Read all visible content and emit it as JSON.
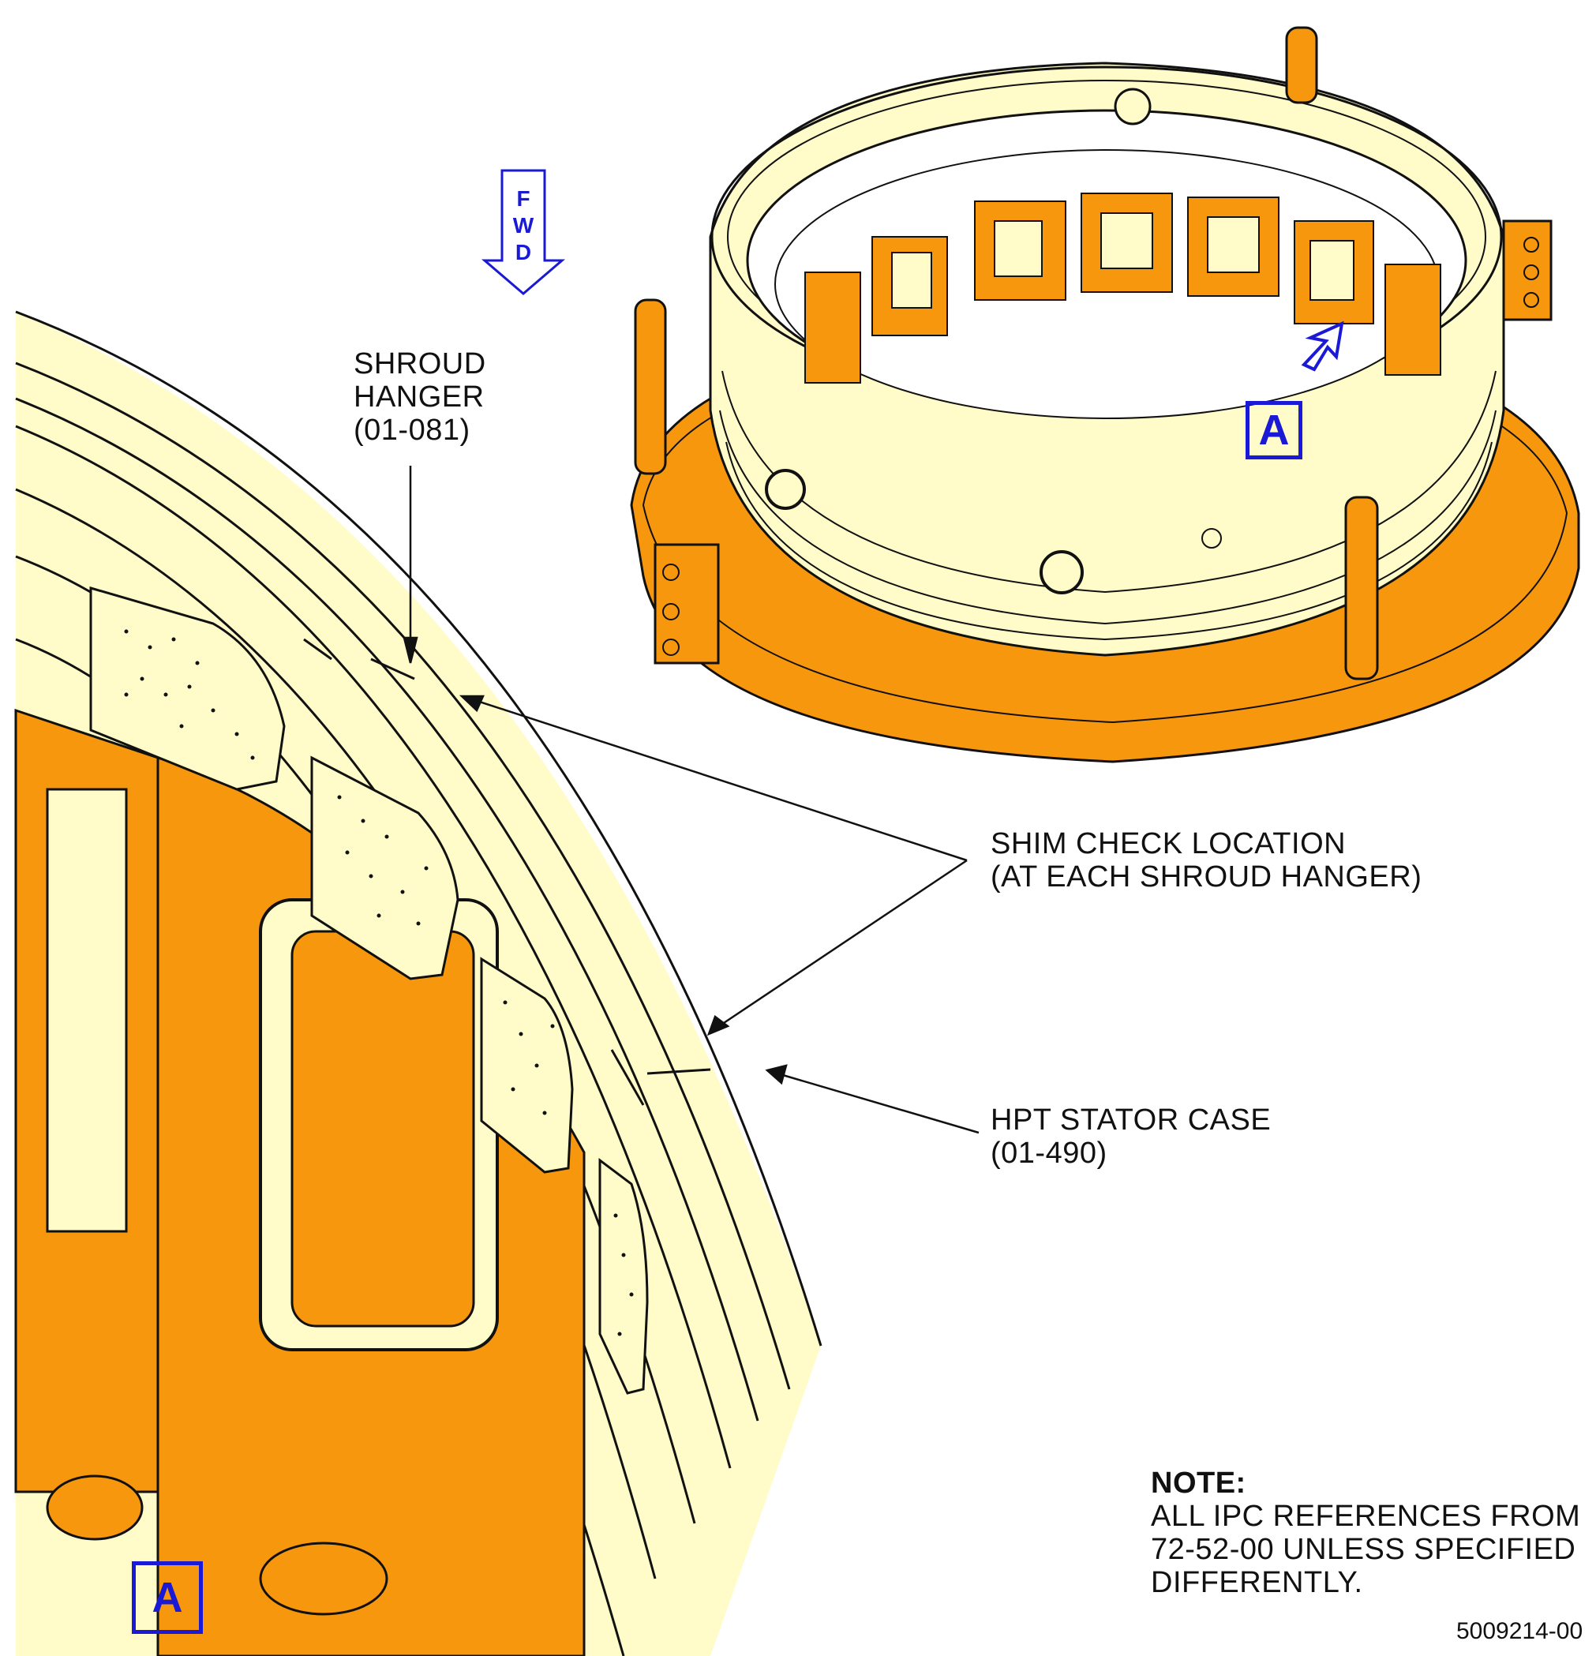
{
  "fwd_indicator": {
    "letters": [
      "F",
      "W",
      "D"
    ]
  },
  "callouts": {
    "shroud_hanger": {
      "lines": [
        "SHROUD",
        "HANGER",
        "(01-081)"
      ]
    },
    "shim_check": {
      "lines": [
        "SHIM CHECK LOCATION",
        "(AT EACH SHROUD HANGER)"
      ]
    },
    "hpt_stator_case": {
      "lines": [
        "HPT STATOR CASE",
        "(01-490)"
      ]
    }
  },
  "view_labels": {
    "overview": "A",
    "detail": "A"
  },
  "note": {
    "title": "NOTE:",
    "lines": [
      "ALL IPC REFERENCES FROM",
      "72-52-00 UNLESS SPECIFIED",
      "DIFFERENTLY."
    ]
  },
  "drawing_number": "5009214-00",
  "colors": {
    "fixture": "#f7970d",
    "part": "#fffcc9",
    "line": "#111111",
    "view_marker": "#1a1ad6"
  }
}
